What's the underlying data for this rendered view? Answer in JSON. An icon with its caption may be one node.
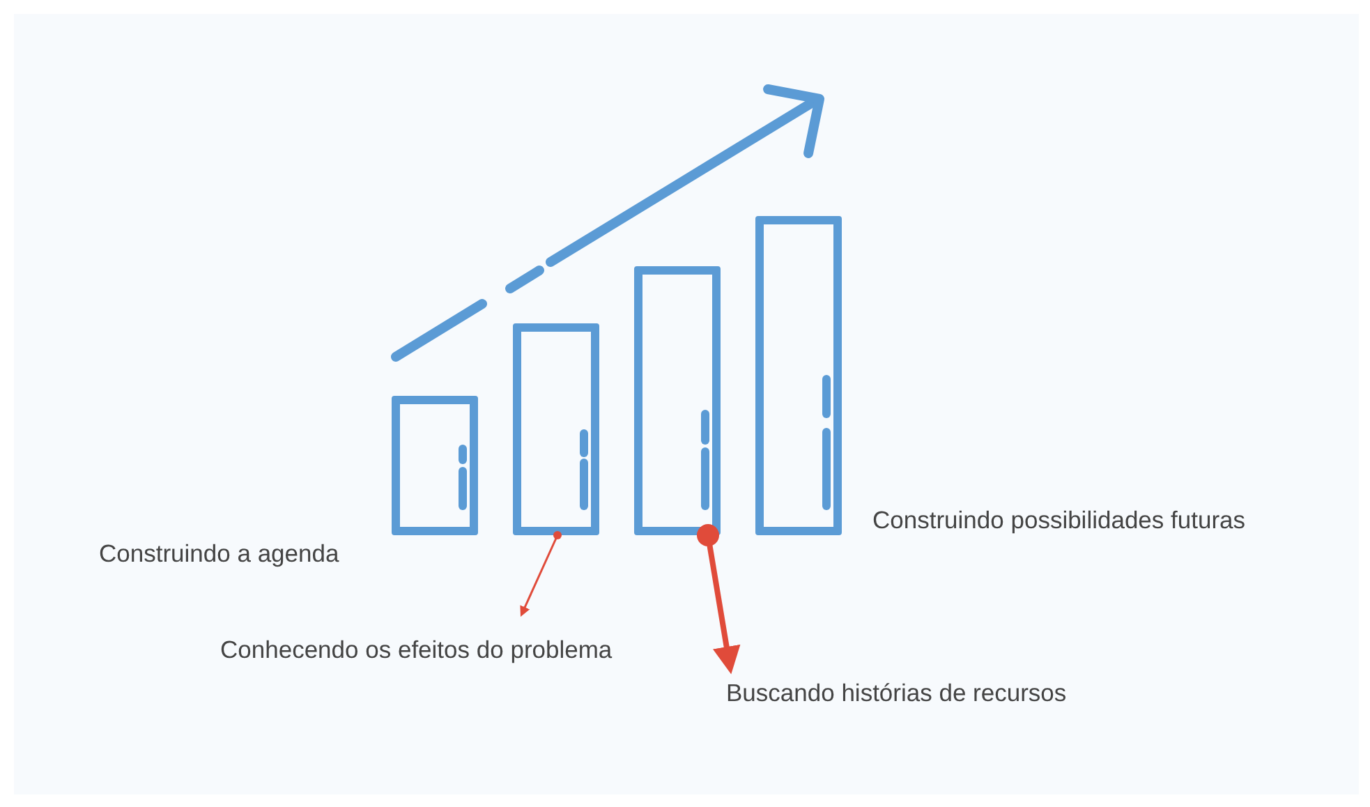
{
  "diagram": {
    "nodes": [
      {
        "text": [],
        "shape": "bar"
      },
      {
        "text": [],
        "shape": "bar"
      },
      {
        "text": [],
        "shape": "bar"
      },
      {
        "text": [],
        "shape": "bar"
      },
      {
        "text": [
          "Construindo a agenda"
        ]
      },
      {
        "text": [
          "Construindo possibilidades futuras"
        ]
      },
      {
        "text": [
          "Conhecendo os efeitos do problema"
        ]
      },
      {
        "text": [
          "Buscando histórias de recursos"
        ]
      }
    ],
    "edges": [
      {
        "from": 1,
        "to": 6,
        "arrow": "to"
      },
      {
        "from": 2,
        "to": 7,
        "arrow": "to",
        "style": "thick"
      }
    ]
  }
}
